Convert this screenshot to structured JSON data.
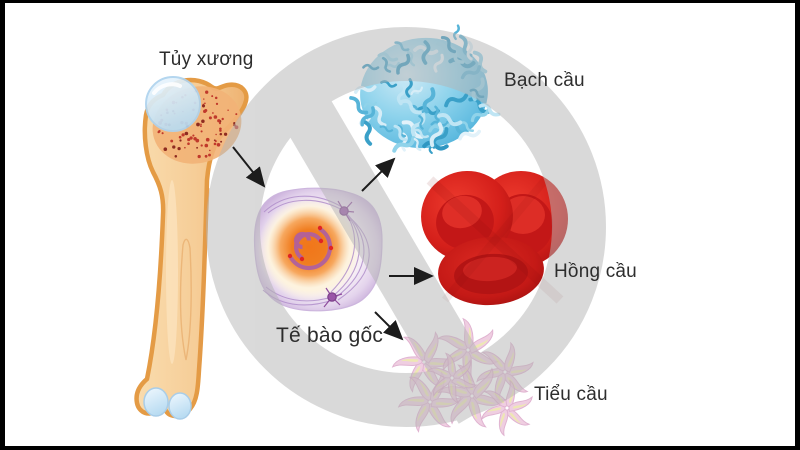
{
  "page": {
    "background": "#ffffff",
    "frame_color": "#000000"
  },
  "diagram": {
    "type": "hematopoiesis-stem-cell-diagram",
    "labels": {
      "bone_marrow": "Tủy xương",
      "stem_cell": "Tế bào gốc",
      "white_blood_cell": "Bạch cầu",
      "red_blood_cell": "Hồng cầu",
      "platelet": "Tiểu cầu"
    },
    "icons": {
      "bone": "bone-marrow-icon",
      "stem_cell": "stem-cell-icon",
      "white_blood_cell": "white-blood-cell-icon",
      "red_blood_cell": "red-blood-cell-icon",
      "platelet": "platelet-icon",
      "watermark": "prohibition-sign-watermark"
    },
    "colors": {
      "text": "#2d2d2d",
      "arrow": "#1c1c1c",
      "watermark_gray": "#b5b5b5",
      "bone": "#f4c58d",
      "bone_outline": "#e49b45",
      "marrow_dot": "#c0392b",
      "cartilage_blue": "#d6eaf8",
      "wbc_blue": "#7fcbe9",
      "rbc_red": "#d42020",
      "stem_lavender": "#d9c6e8",
      "stem_core_orange": "#f07818",
      "platelet_pink": "#ecc3da"
    }
  }
}
